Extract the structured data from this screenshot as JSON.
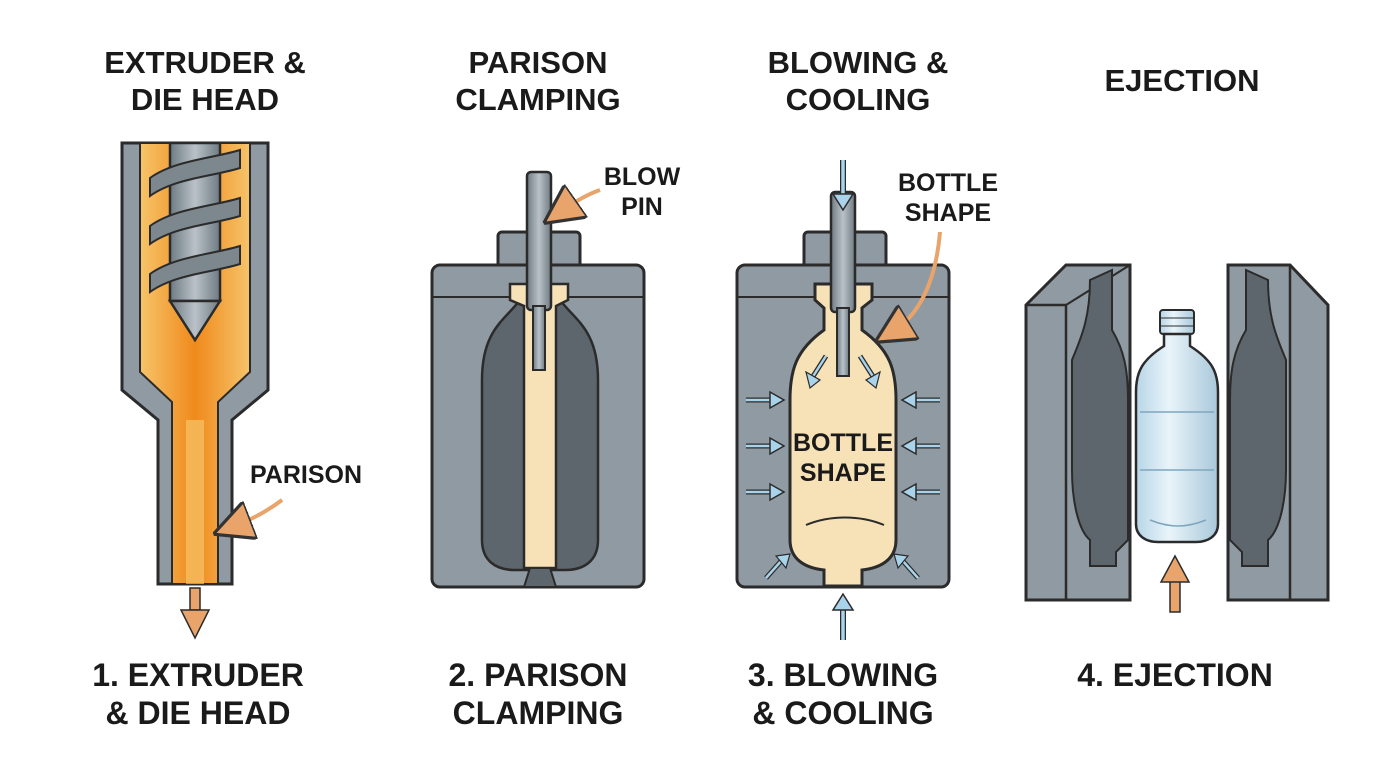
{
  "panels": [
    {
      "title": [
        "EXTRUDER &",
        "DIE HEAD"
      ],
      "caption": [
        "1. EXTRUDER",
        "& DIE HEAD"
      ],
      "labels": [
        "PARISON"
      ]
    },
    {
      "title": [
        "PARISON",
        "CLAMPING"
      ],
      "caption": [
        "2. PARISON",
        "CLAMPING"
      ],
      "labels": [
        "BLOW",
        "PIN"
      ]
    },
    {
      "title": [
        "BLOWING &",
        "COOLING"
      ],
      "caption": [
        "3. BLOWING",
        "& COOLING"
      ],
      "labels": [
        "BOTTLE",
        "SHAPE",
        "BOTTLE",
        "SHAPE"
      ]
    },
    {
      "title": [
        "EJECTION"
      ],
      "caption": [
        "4. EJECTION"
      ],
      "labels": []
    }
  ],
  "colors": {
    "steel": "#8f9aa3",
    "steel_dark": "#5d666d",
    "outline": "#2b2b2b",
    "molten_orange": "#f08a1c",
    "parison_beige": "#f7e2b8",
    "air_arrow": "#a9d3ea",
    "accent_arrow": "#e8a46a",
    "bottle_clear": "#cfe3ef"
  },
  "icons": [
    "screw-icon",
    "blow-pin-icon",
    "air-flow-arrow-icon",
    "bottle-icon",
    "down-arrow-icon",
    "up-arrow-icon"
  ]
}
